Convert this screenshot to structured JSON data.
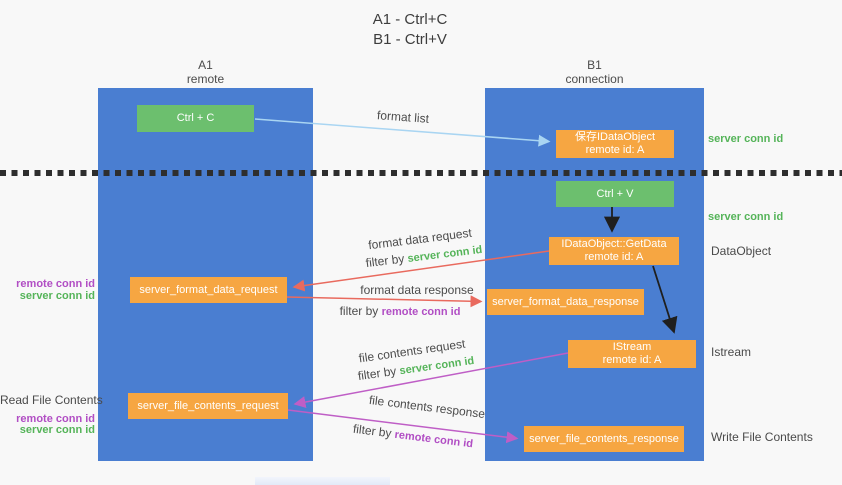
{
  "title": {
    "line1": "A1 - Ctrl+C",
    "line2": "B1 - Ctrl+V"
  },
  "lanes": {
    "left": {
      "name": "A1",
      "role": "remote"
    },
    "right": {
      "name": "B1",
      "role": "connection"
    }
  },
  "nodes": {
    "ctrl_c": {
      "label": "Ctrl + C"
    },
    "save_idataobject": {
      "line1": "保存IDataObject",
      "line2": "remote id: A"
    },
    "ctrl_v": {
      "label": "Ctrl + V"
    },
    "getdata": {
      "line1": "IDataObject::GetData",
      "line2": "remote id: A"
    },
    "istream": {
      "line1": "IStream",
      "line2": "remote id: A"
    },
    "format_data_request": {
      "label": "server_format_data_request"
    },
    "format_data_response": {
      "label": "server_format_data_response"
    },
    "file_contents_request": {
      "label": "server_file_contents_request"
    },
    "file_contents_response": {
      "label": "server_file_contents_response"
    }
  },
  "edge_labels": {
    "format_list": "format list",
    "format_data_request": "format data request",
    "format_data_response": "format data response",
    "file_contents_request": "file contents request",
    "file_contents_response": "file contents response",
    "filter_by": "filter by ",
    "server_conn_id": "server conn id",
    "remote_conn_id": "remote conn id"
  },
  "side_labels": {
    "right_top_server_conn_id": "server conn id",
    "right_mid_server_conn_id": "server conn id",
    "right_dataobject": "DataObject",
    "right_istream": "Istream",
    "right_write_file_contents": "Write File Contents",
    "left_top_remote_conn_id": "remote conn id",
    "left_top_server_conn_id": "server conn id",
    "left_read_file_contents": "Read File Contents",
    "left_bottom_remote_conn_id": "remote conn id",
    "left_bottom_server_conn_id": "server conn id"
  },
  "colors": {
    "background": "#f8f8f8",
    "lane_blue": "#4a7ed1",
    "node_green": "#6cbf6e",
    "node_orange": "#f6a642",
    "arrow_light_blue": "#a9d5f2",
    "arrow_salmon": "#e96a5e",
    "arrow_magenta": "#bf5ec6",
    "arrow_black": "#1f1f1f",
    "text_green": "#55b459",
    "text_purple": "#b14ec4",
    "text_dark": "#4a4a4a"
  }
}
